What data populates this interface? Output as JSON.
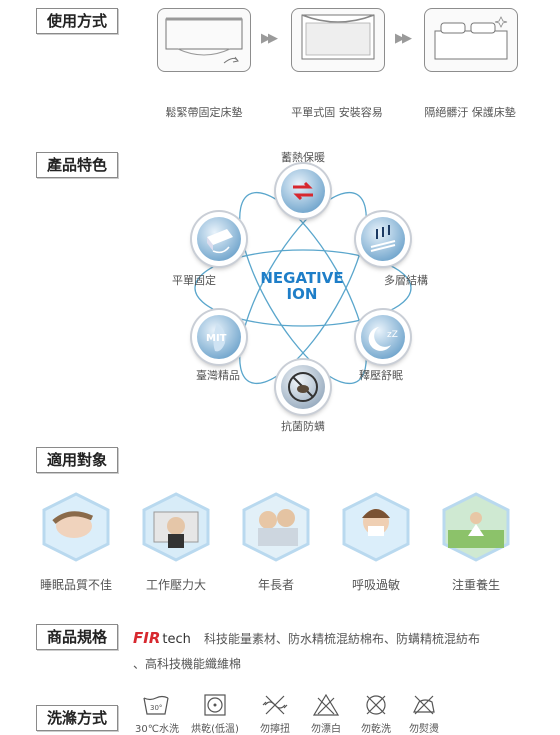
{
  "usage": {
    "title": "使用方式",
    "steps": [
      {
        "caption": "鬆緊帶固定床墊"
      },
      {
        "caption": "平單式固 安裝容易"
      },
      {
        "caption": "隔絕髒汙 保護床墊"
      }
    ]
  },
  "features": {
    "title": "產品特色",
    "center_line1": "NEGATIVE",
    "center_line2": "ION",
    "items": [
      {
        "label": "蓄熱保暖",
        "icon": "heat-icon"
      },
      {
        "label": "多層結構",
        "icon": "layers-icon"
      },
      {
        "label": "釋壓舒眠",
        "icon": "sleep-moon-icon"
      },
      {
        "label": "抗菌防螨",
        "icon": "no-mite-icon"
      },
      {
        "label": "臺灣精品",
        "icon": "mit-taiwan-icon"
      },
      {
        "label": "平單固定",
        "icon": "flat-sheet-icon"
      }
    ]
  },
  "targets": {
    "title": "適用對象",
    "items": [
      {
        "label": "睡眠品質不佳"
      },
      {
        "label": "工作壓力大"
      },
      {
        "label": "年長者"
      },
      {
        "label": "呼吸過敏"
      },
      {
        "label": "注重養生"
      }
    ]
  },
  "specs": {
    "title": "商品規格",
    "brand_fir": "FIR",
    "brand_tech": "tech",
    "line1": "科技能量素材、防水精梳混紡棉布、防螨精梳混紡布",
    "line2": "、高科技機能纖維棉"
  },
  "washing": {
    "title": "洗滌方式",
    "items": [
      {
        "label": "30℃水洗",
        "symbol": "30°"
      },
      {
        "label": "烘乾(低溫)"
      },
      {
        "label": "勿擰扭"
      },
      {
        "label": "勿漂白"
      },
      {
        "label": "勿乾洗"
      },
      {
        "label": "勿熨燙"
      }
    ]
  },
  "colors": {
    "accent_blue": "#1e7ec8",
    "brand_red": "#d7282f",
    "line_blue": "#5aa6cc"
  }
}
